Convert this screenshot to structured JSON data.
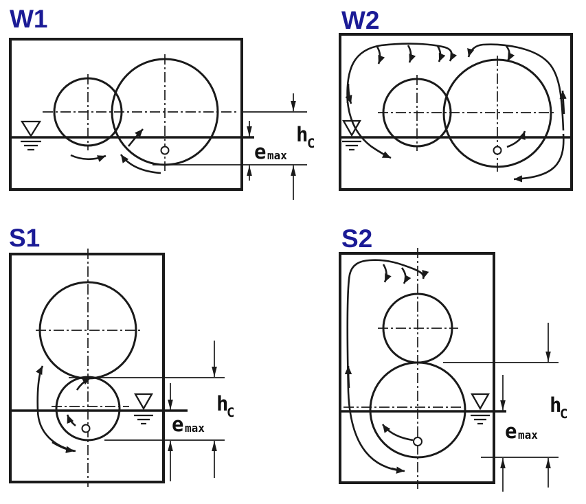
{
  "colors": {
    "label_blue": "#1b1b96",
    "line_black": "#1a1a1a",
    "background": "#ffffff"
  },
  "panels": {
    "w1": {
      "label": "W1"
    },
    "w2": {
      "label": "W2"
    },
    "s1": {
      "label": "S1"
    },
    "s2": {
      "label": "S2"
    }
  },
  "dimensions": {
    "hc": {
      "base": "h",
      "sub": "C"
    },
    "emax": {
      "base": "e",
      "sub": "max"
    }
  },
  "icons": {
    "oil_level": "oil-level-symbol",
    "shaft_marker": "shaft-point-marker",
    "flow": "flow-arrow",
    "dimension": "dimension-arrow"
  }
}
